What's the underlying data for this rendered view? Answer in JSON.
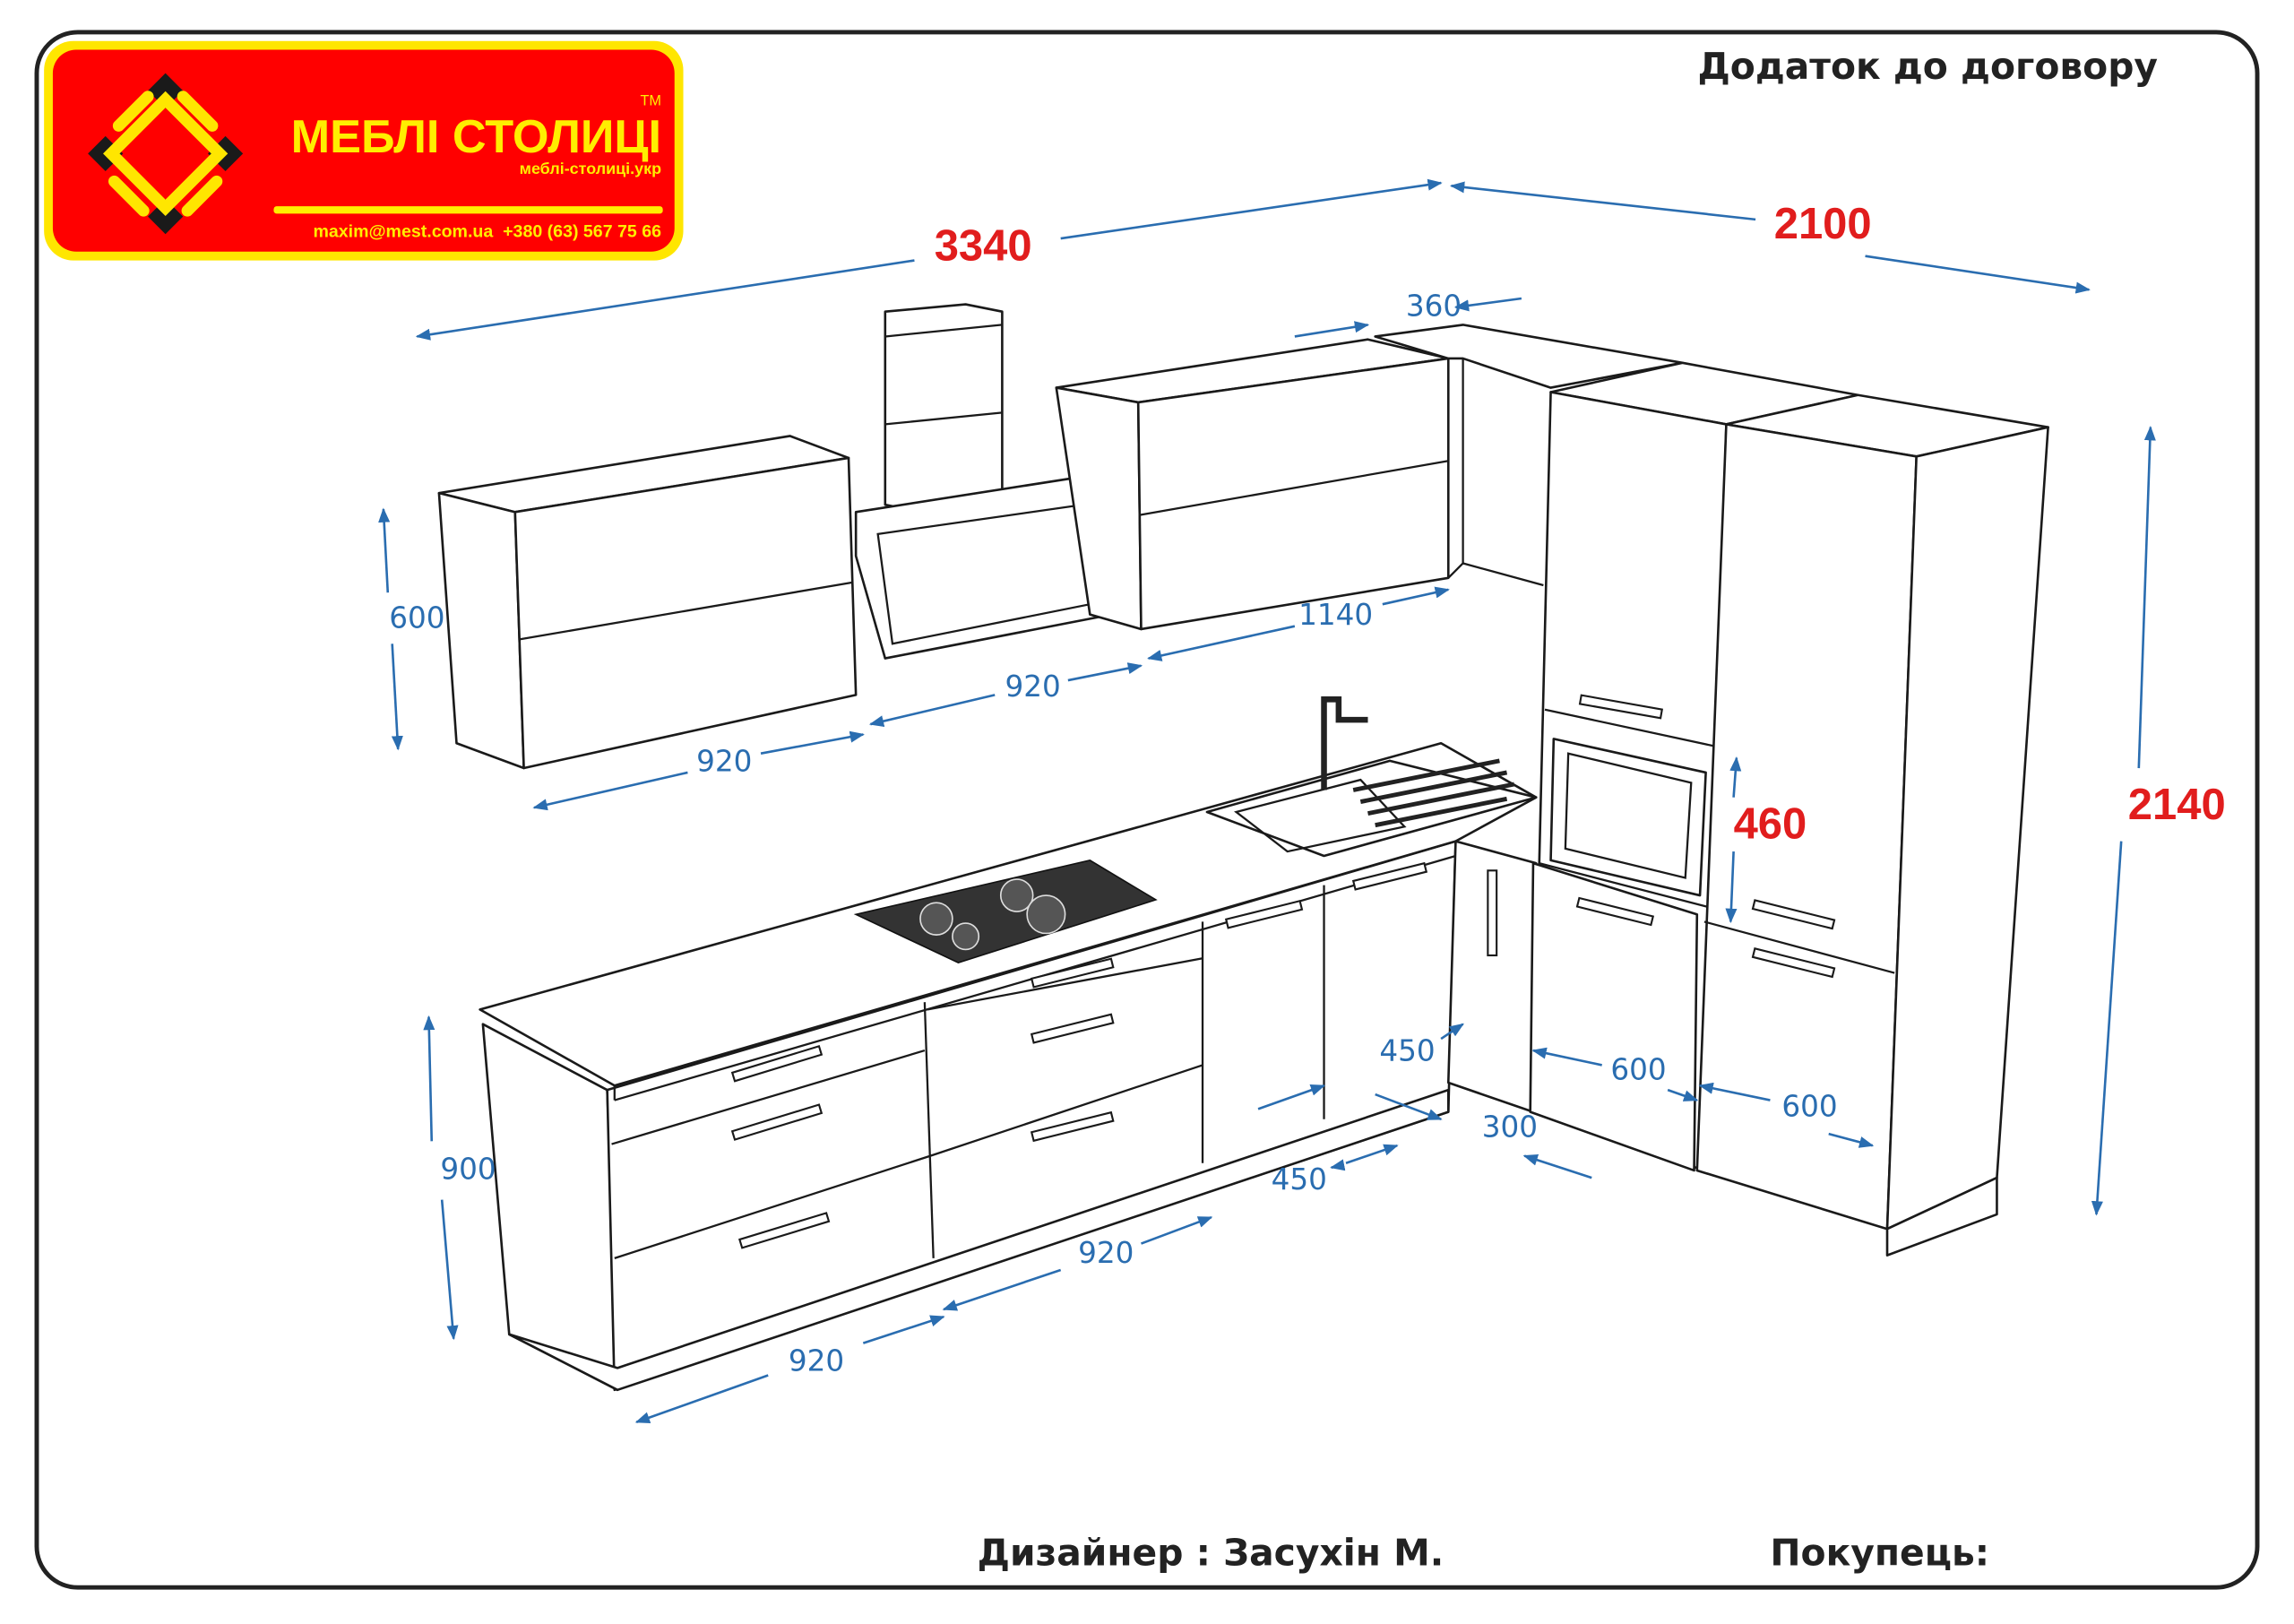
{
  "logo": {
    "brand": "МЕБЛІ СТОЛИЦІ",
    "tm": "TM",
    "site": "меблі-столиці.укр",
    "contacts": "maxim@mest.com.ua  +380 (63) 567 75 66",
    "colors": {
      "background": "#ff0000",
      "text": "#ffee00",
      "border": "#ffe600",
      "dark": "#1a1a1a"
    }
  },
  "header": {
    "title": "Додаток до договору"
  },
  "footer": {
    "designer": "Дизайнер : Засухін М.",
    "customer": "Покупець:"
  },
  "dimensions": {
    "total_left": "3340",
    "total_right": "2100",
    "corner_upper": "360",
    "upper_height": "600",
    "upper_corner_width": "1140",
    "hood_width": "920",
    "upper_left_width": "920",
    "oven_height": "460",
    "tall_height": "2140",
    "corner_base_left": "450",
    "tall_depth_left": "600",
    "tall_depth_right": "600",
    "corner_return": "300",
    "base_height": "900",
    "sink_base": "450",
    "hob_base": "920",
    "drawer_base": "920"
  },
  "colors": {
    "dimension": "#2a6db0",
    "key_dimension": "#e11d1d"
  }
}
